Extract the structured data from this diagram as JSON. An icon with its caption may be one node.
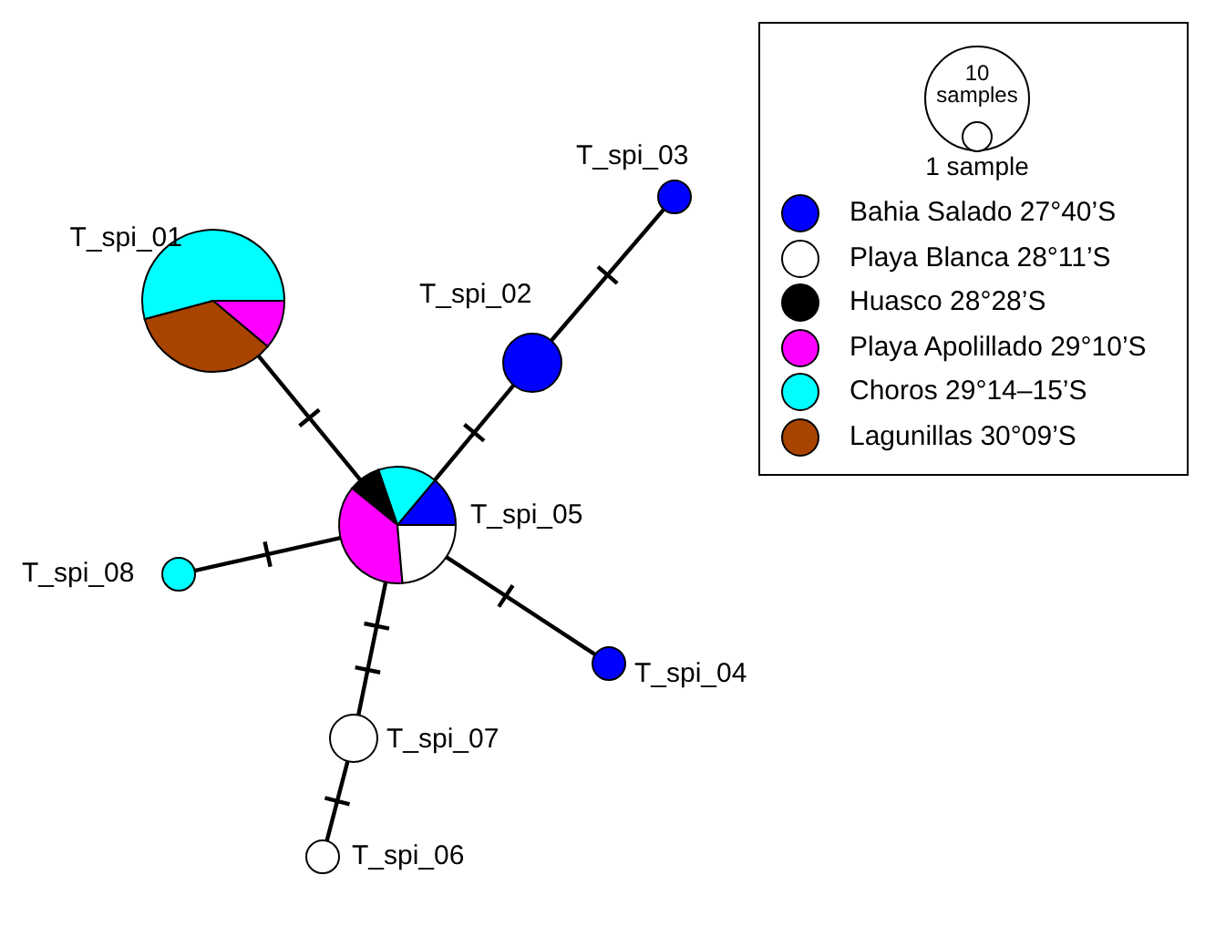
{
  "diagram": {
    "nodes": [
      {
        "text": [],
        "shape": "circle",
        "beside": [
          "T_spi_01"
        ]
      },
      {
        "text": [],
        "shape": "circle",
        "beside": [
          "T_spi_02"
        ]
      },
      {
        "text": [],
        "shape": "circle",
        "beside": [
          "T_spi_03"
        ]
      },
      {
        "text": [],
        "shape": "circle",
        "beside": [
          "T_spi_04"
        ]
      },
      {
        "text": [],
        "shape": "circle",
        "beside": [
          "T_spi_05"
        ]
      },
      {
        "text": [],
        "shape": "circle",
        "beside": [
          "T_spi_06"
        ]
      },
      {
        "text": [],
        "shape": "circle",
        "beside": [
          "T_spi_07"
        ]
      },
      {
        "text": [],
        "shape": "circle",
        "beside": [
          "T_spi_08"
        ]
      }
    ],
    "edges": [
      {
        "from": 0,
        "to": 4,
        "arrow": "none"
      },
      {
        "from": 1,
        "to": 4,
        "arrow": "none"
      },
      {
        "from": 2,
        "to": 1,
        "arrow": "none"
      },
      {
        "from": 4,
        "to": 3,
        "arrow": "none"
      },
      {
        "from": 7,
        "to": 4,
        "arrow": "none"
      },
      {
        "from": 4,
        "to": 6,
        "arrow": "none"
      },
      {
        "from": 6,
        "to": 5,
        "arrow": "none"
      }
    ],
    "labels": [
      "10 samples",
      "1 sample"
    ],
    "legend": [
      {
        "text": "Bahia Salado 27°40’S",
        "color": "#0000ff"
      },
      {
        "text": "Playa Blanca 28°11’S",
        "color": "#ffffff"
      },
      {
        "text": "Huasco 28°28’S",
        "color": "#000000"
      },
      {
        "text": "Playa Apolillado 29°10’S",
        "color": "#ff00ff"
      },
      {
        "text": "Choros 29°14–15’S",
        "color": "#00ffff"
      },
      {
        "text": "Lagunillas 30°09’S",
        "color": "#a84300"
      }
    ]
  }
}
